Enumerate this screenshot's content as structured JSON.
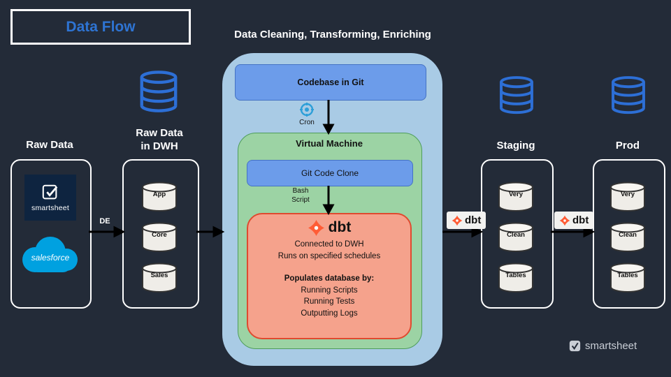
{
  "slide": {
    "title": "Data Flow",
    "subtitle": "Data Cleaning, Transforming, Enriching"
  },
  "left": {
    "label": "Raw Data",
    "smartsheet_label": "smartsheet",
    "salesforce_label": "salesforce",
    "de_arrow_label": "DE"
  },
  "dwh": {
    "label_line1": "Raw Data",
    "label_line2": "in DWH",
    "cylinders": [
      "App",
      "Core",
      "Sales"
    ]
  },
  "pipeline": {
    "codebase": "Codebase in Git",
    "cron_label": "Cron",
    "vm_title": "Virtual Machine",
    "git_clone": "Git Code Clone",
    "bash_line1": "Bash",
    "bash_line2": "Script",
    "dbt_logo_text": "dbt",
    "dbt_line1": "Connected to DWH",
    "dbt_line2": "Runs on specified schedules",
    "dbt_bold": "Populates database by:",
    "dbt_items": [
      "Running Scripts",
      "Running Tests",
      "Outputting Logs"
    ]
  },
  "staging": {
    "label": "Staging",
    "chip_text": "dbt",
    "cylinders": [
      "Very",
      "Clean",
      "Tables"
    ]
  },
  "prod": {
    "label": "Prod",
    "chip_text": "dbt",
    "cylinders": [
      "Very",
      "Clean",
      "Tables"
    ]
  },
  "footer": {
    "brand": "smartsheet"
  },
  "icons": {
    "database-icon": "stacked-cylinder-outline",
    "cron-icon": "clock-gear-circle",
    "dbt-icon": "orange-four-point-star",
    "smartsheet-check-icon": "checkbox-with-check",
    "salesforce-cloud-icon": "cloud"
  },
  "colors": {
    "background": "#232B38",
    "title_blue": "#2E74D3",
    "pipeline_light_blue": "#A9CBE5",
    "box_blue": "#6C9CEA",
    "vm_green": "#9CD3A4",
    "dbt_salmon": "#F5A28C",
    "dbt_orange": "#FF5C35",
    "salesforce_blue": "#00A1E0",
    "db_icon_blue": "#2D6FD6",
    "smartsheet_navy": "#0E2440"
  }
}
